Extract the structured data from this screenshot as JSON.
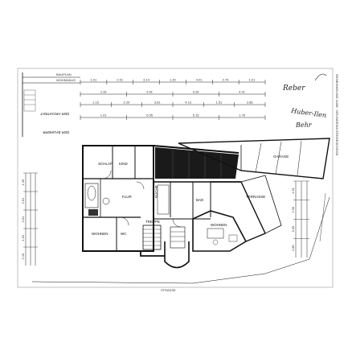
{
  "sheet": {
    "vertical_header": [
      "DER ARCHITEKT",
      "DER BAUHERR"
    ],
    "header_small": [
      "BAUPLAN",
      "WOHNHAUS"
    ],
    "right_margin_note": "GENEHMIGUNG 11/98 - GRUNDRISS ERDGESCHOSS",
    "signatures": [
      "Reber",
      "Huber-Ilen",
      "Behr"
    ]
  },
  "dimension_rows": [
    [
      "1.01",
      "2.51",
      "3.14",
      "1.20",
      "4.01",
      "2.76",
      "1.01"
    ],
    [
      "2.26",
      "3.51",
      "3.26",
      "4.01"
    ],
    [
      "1.15",
      "2.20",
      "3.61",
      "4.13",
      "1.51",
      "2.85"
    ],
    [
      "1.01",
      "6.05",
      "5.15",
      "1.76"
    ]
  ],
  "rooms": {
    "kitchen": "KÜCHE",
    "living": "WOHNEN",
    "bath": "BAD",
    "hall": "FLUR",
    "stair": "TREPPE",
    "bedroom": "SCHLAF",
    "child": "KIND",
    "garage": "GARAGE",
    "terrace": "TERRASSE",
    "wc": "WC"
  },
  "left_dims": [
    "1.26",
    "2.01",
    "3.51",
    "1.01",
    "2.15"
  ],
  "right_dims": [
    "1.51",
    "2.30",
    "3.05",
    "1.85"
  ],
  "bottom_note": "STRASSE"
}
